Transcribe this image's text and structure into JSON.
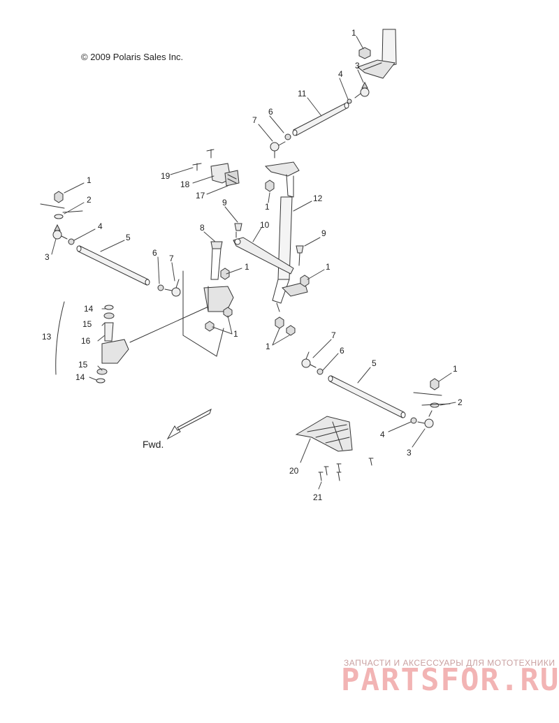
{
  "copyright": "© 2009 Polaris Sales Inc.",
  "fwd_label": "Fwd.",
  "watermark": {
    "tagline": "ЗАПЧАСТИ И АКСЕССУАРЫ ДЛЯ МОТОТЕХНИКИ",
    "logo": "PARTSFOR.RU"
  },
  "callouts": {
    "c1a": "1",
    "c3a": "3",
    "c4a": "4",
    "c11": "11",
    "c6a": "6",
    "c7a": "7",
    "c19": "19",
    "c18": "18",
    "c17": "17",
    "c1b": "1",
    "c12": "12",
    "c1c": "1",
    "c2a": "2",
    "c4b": "4",
    "c3b": "3",
    "c5a": "5",
    "c6b": "6",
    "c7b": "7",
    "c9a": "9",
    "c8": "8",
    "c10": "10",
    "c1d": "1",
    "c9b": "9",
    "c1e": "1",
    "c1f": "1",
    "c1g": "1",
    "c14a": "14",
    "c15a": "15",
    "c16": "16",
    "c13": "13",
    "c15b": "15",
    "c14b": "14",
    "c7c": "7",
    "c6c": "6",
    "c5b": "5",
    "c1h": "1",
    "c2b": "2",
    "c4c": "4",
    "c3c": "3",
    "c20": "20",
    "c21": "21"
  }
}
